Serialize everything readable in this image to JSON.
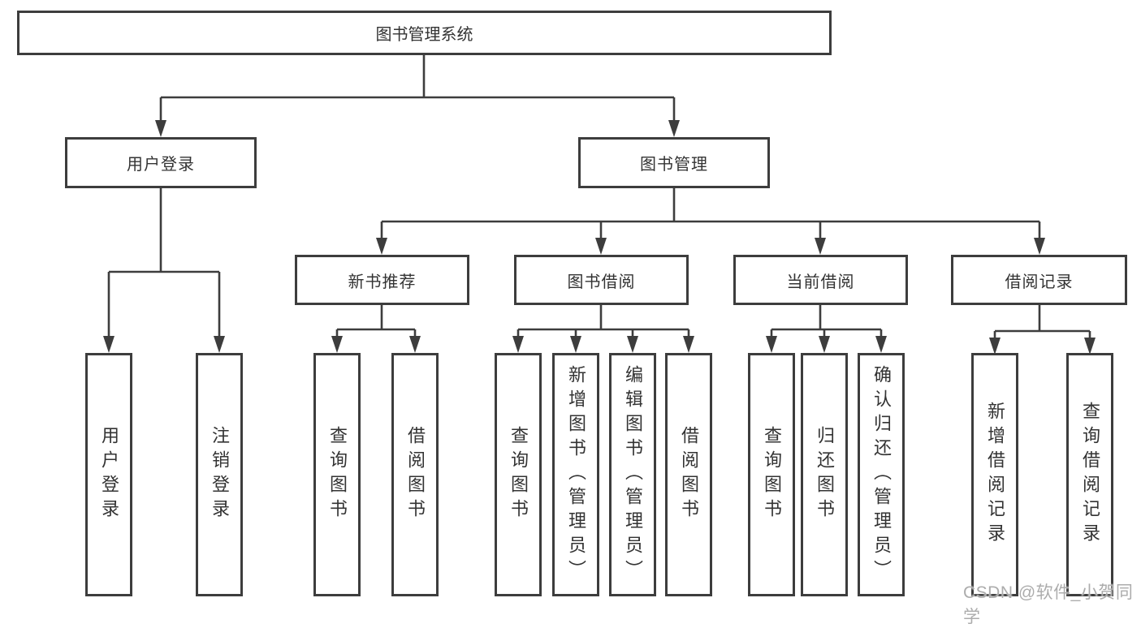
{
  "title": "图书管理系统",
  "level2": {
    "user_login": "用户登录",
    "book_mgmt": "图书管理"
  },
  "level3": {
    "new_books": "新书推荐",
    "book_borrow": "图书借阅",
    "current_borrow": "当前借阅",
    "borrow_records": "借阅记录"
  },
  "leaves": {
    "user_login": [
      "用户登录",
      "注销登录"
    ],
    "new_books": [
      "查询图书",
      "借阅图书"
    ],
    "book_borrow": [
      "查询图书",
      "新增图书（管理员）",
      "编辑图书（管理员）",
      "借阅图书"
    ],
    "current_borrow": [
      "查询图书",
      "归还图书",
      "确认归还（管理员）"
    ],
    "borrow_records": [
      "新增借阅记录",
      "查询借阅记录"
    ]
  },
  "watermark": "CSDN @软件_小贺同学",
  "colors": {
    "line": "#3d3d3d",
    "text": "#333333",
    "watermark": "#acacac"
  }
}
